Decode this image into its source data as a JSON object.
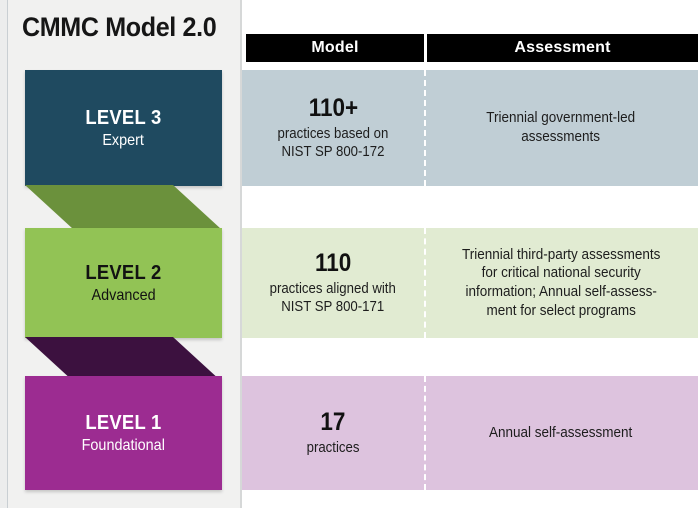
{
  "title": "CMMC Model 2.0",
  "colors": {
    "level3_box": "#1f4a60",
    "level3_band": "#c0ced5",
    "level2_box": "#92c355",
    "level2_band": "#e1ebd2",
    "level2_connector": "#6b913c",
    "level1_box": "#9c2c91",
    "level1_band": "#ddc3de",
    "level1_connector": "#3c113f",
    "header_bar": "#000000",
    "panel_background": "#f1f1f0"
  },
  "headers": {
    "model": "Model",
    "assessment": "Assessment"
  },
  "levels": [
    {
      "name": "LEVEL 3",
      "descriptor": "Expert",
      "model_count": "110+",
      "model_detail": "practices based on\nNIST SP 800-172",
      "assessment": "Triennial government-led\nassessments"
    },
    {
      "name": "LEVEL 2",
      "descriptor": "Advanced",
      "model_count": "110",
      "model_detail": "practices aligned with\nNIST SP 800-171",
      "assessment": "Triennial third-party assessments\nfor critical national security\ninformation; Annual self-assess-\nment for select programs"
    },
    {
      "name": "LEVEL 1",
      "descriptor": "Foundational",
      "model_count": "17",
      "model_detail": "practices",
      "assessment": "Annual self-assessment"
    }
  ]
}
